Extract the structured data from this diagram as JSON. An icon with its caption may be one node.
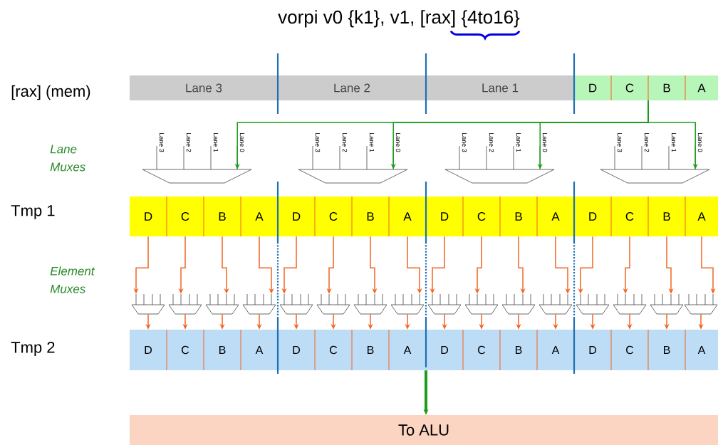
{
  "diagram": {
    "title": "vorpi v0 {k1}, v1, [rax] {4to16}",
    "nodes": [
      {
        "text": [
          "[rax] (mem)"
        ]
      },
      {
        "text": [
          "Lane 3"
        ],
        "in": 0
      },
      {
        "text": [
          "Lane 2"
        ],
        "in": 0
      },
      {
        "text": [
          "Lane 1"
        ],
        "in": 0
      },
      {
        "text": [],
        "shape": "box",
        "in": 0
      },
      {
        "text": [
          "D"
        ],
        "in": 4
      },
      {
        "text": [
          "C"
        ],
        "in": 4
      },
      {
        "text": [
          "B"
        ],
        "in": 4
      },
      {
        "text": [
          "A"
        ],
        "in": 4
      },
      {
        "text": [
          "Lane 3",
          "Lane 2",
          "Lane 1",
          "Lane 0"
        ]
      },
      {
        "text": [
          "Lane 3",
          "Lane 2",
          "Lane 1",
          "Lane 0"
        ]
      },
      {
        "text": [
          "Lane 3",
          "Lane 2",
          "Lane 1",
          "Lane 0"
        ]
      },
      {
        "text": [
          "Lane 3",
          "Lane 2",
          "Lane 1",
          "Lane 0"
        ]
      },
      {
        "text": [
          "Tmp 1"
        ]
      },
      {
        "text": [
          "D"
        ],
        "in": 13
      },
      {
        "text": [
          "C"
        ],
        "in": 13
      },
      {
        "text": [
          "B"
        ],
        "in": 13
      },
      {
        "text": [
          "A"
        ],
        "in": 13
      },
      {
        "text": [
          "D"
        ],
        "in": 13
      },
      {
        "text": [
          "C"
        ],
        "in": 13
      },
      {
        "text": [
          "B"
        ],
        "in": 13
      },
      {
        "text": [
          "A"
        ],
        "in": 13
      },
      {
        "text": [
          "D"
        ],
        "in": 13
      },
      {
        "text": [
          "C"
        ],
        "in": 13
      },
      {
        "text": [
          "B"
        ],
        "in": 13
      },
      {
        "text": [
          "A"
        ],
        "in": 13
      },
      {
        "text": [
          "D"
        ],
        "in": 13
      },
      {
        "text": [
          "C"
        ],
        "in": 13
      },
      {
        "text": [
          "B"
        ],
        "in": 13
      },
      {
        "text": [
          "A"
        ],
        "in": 13
      },
      {
        "text": [],
        "shape": "trapezoid"
      },
      {
        "text": [],
        "shape": "trapezoid"
      },
      {
        "text": [],
        "shape": "trapezoid"
      },
      {
        "text": [],
        "shape": "trapezoid"
      },
      {
        "text": [],
        "shape": "trapezoid"
      },
      {
        "text": [],
        "shape": "trapezoid"
      },
      {
        "text": [],
        "shape": "trapezoid"
      },
      {
        "text": [],
        "shape": "trapezoid"
      },
      {
        "text": [],
        "shape": "trapezoid"
      },
      {
        "text": [],
        "shape": "trapezoid"
      },
      {
        "text": [],
        "shape": "trapezoid"
      },
      {
        "text": [],
        "shape": "trapezoid"
      },
      {
        "text": [],
        "shape": "trapezoid"
      },
      {
        "text": [],
        "shape": "trapezoid"
      },
      {
        "text": [],
        "shape": "trapezoid"
      },
      {
        "text": [],
        "shape": "trapezoid"
      },
      {
        "text": [
          "Tmp 2"
        ]
      },
      {
        "text": [
          "D"
        ],
        "in": 46
      },
      {
        "text": [
          "C"
        ],
        "in": 46
      },
      {
        "text": [
          "B"
        ],
        "in": 46
      },
      {
        "text": [
          "A"
        ],
        "in": 46
      },
      {
        "text": [
          "D"
        ],
        "in": 46
      },
      {
        "text": [
          "C"
        ],
        "in": 46
      },
      {
        "text": [
          "B"
        ],
        "in": 46
      },
      {
        "text": [
          "A"
        ],
        "in": 46
      },
      {
        "text": [
          "D"
        ],
        "in": 46
      },
      {
        "text": [
          "C"
        ],
        "in": 46
      },
      {
        "text": [
          "B"
        ],
        "in": 46
      },
      {
        "text": [
          "A"
        ],
        "in": 46
      },
      {
        "text": [
          "D"
        ],
        "in": 46
      },
      {
        "text": [
          "C"
        ],
        "in": 46
      },
      {
        "text": [
          "B"
        ],
        "in": 46
      },
      {
        "text": [
          "A"
        ],
        "in": 46
      },
      {
        "text": [
          "To ALU"
        ]
      }
    ],
    "edges": [
      {
        "from": 4,
        "to": 9,
        "arrow": "to",
        "color": "#1a9e1a"
      },
      {
        "from": 4,
        "to": 10,
        "arrow": "to",
        "color": "#1a9e1a"
      },
      {
        "from": 4,
        "to": 11,
        "arrow": "to",
        "color": "#1a9e1a"
      },
      {
        "from": 4,
        "to": 12,
        "arrow": "to",
        "color": "#1a9e1a"
      },
      {
        "from": 14,
        "to": 30,
        "arrow": "to"
      },
      {
        "from": 15,
        "to": 31,
        "arrow": "to"
      },
      {
        "from": 16,
        "to": 32,
        "arrow": "to"
      },
      {
        "from": 17,
        "to": 33,
        "arrow": "to"
      },
      {
        "from": 18,
        "to": 34,
        "arrow": "to"
      },
      {
        "from": 19,
        "to": 35,
        "arrow": "to"
      },
      {
        "from": 20,
        "to": 36,
        "arrow": "to"
      },
      {
        "from": 21,
        "to": 37,
        "arrow": "to"
      },
      {
        "from": 22,
        "to": 38,
        "arrow": "to"
      },
      {
        "from": 23,
        "to": 39,
        "arrow": "to"
      },
      {
        "from": 24,
        "to": 40,
        "arrow": "to"
      },
      {
        "from": 25,
        "to": 41,
        "arrow": "to"
      },
      {
        "from": 26,
        "to": 42,
        "arrow": "to"
      },
      {
        "from": 27,
        "to": 43,
        "arrow": "to"
      },
      {
        "from": 28,
        "to": 44,
        "arrow": "to"
      },
      {
        "from": 29,
        "to": 45,
        "arrow": "to"
      },
      {
        "from": 30,
        "to": 47,
        "arrow": "to"
      },
      {
        "from": 31,
        "to": 48,
        "arrow": "to"
      },
      {
        "from": 32,
        "to": 49,
        "arrow": "to"
      },
      {
        "from": 33,
        "to": 50,
        "arrow": "to"
      },
      {
        "from": 34,
        "to": 51,
        "arrow": "to"
      },
      {
        "from": 35,
        "to": 52,
        "arrow": "to"
      },
      {
        "from": 36,
        "to": 53,
        "arrow": "to"
      },
      {
        "from": 37,
        "to": 54,
        "arrow": "to"
      },
      {
        "from": 38,
        "to": 55,
        "arrow": "to"
      },
      {
        "from": 39,
        "to": 56,
        "arrow": "to"
      },
      {
        "from": 40,
        "to": 57,
        "arrow": "to"
      },
      {
        "from": 41,
        "to": 58,
        "arrow": "to"
      },
      {
        "from": 42,
        "to": 59,
        "arrow": "to"
      },
      {
        "from": 43,
        "to": 60,
        "arrow": "to"
      },
      {
        "from": 44,
        "to": 61,
        "arrow": "to"
      },
      {
        "from": 45,
        "to": 62,
        "arrow": "to"
      },
      {
        "from": 46,
        "to": 63,
        "arrow": "to",
        "style": "thick",
        "color": "#1a9e1a"
      }
    ],
    "labels": [
      "Lane Muxes",
      "Element Muxes"
    ]
  }
}
